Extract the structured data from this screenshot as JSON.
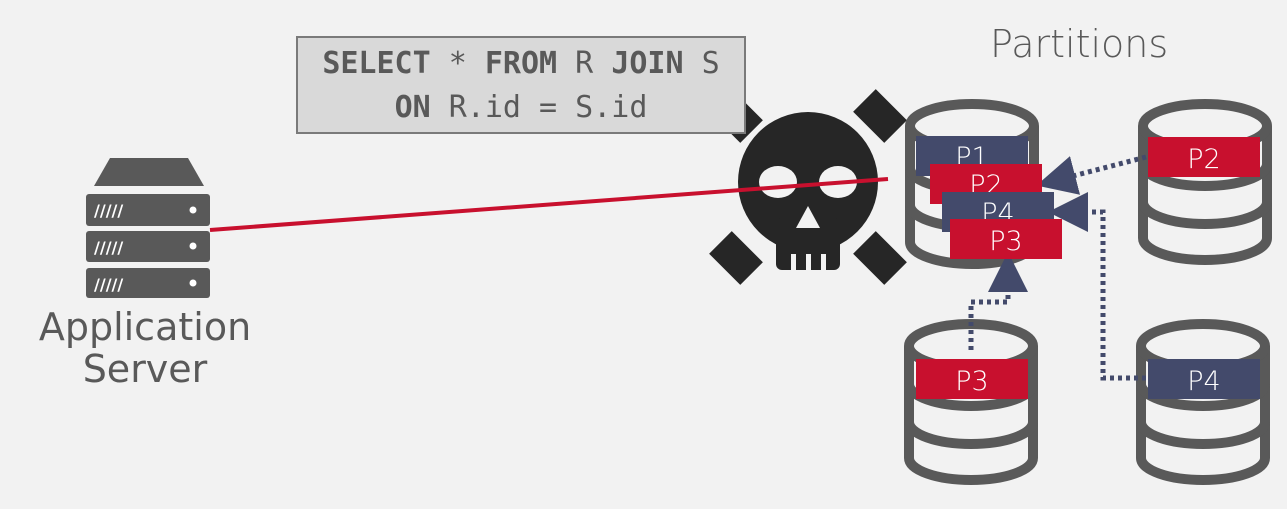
{
  "query": {
    "line1": [
      {
        "text": "SELECT",
        "bold": true
      },
      {
        "text": " * ",
        "bold": false
      },
      {
        "text": "FROM",
        "bold": true
      },
      {
        "text": " R ",
        "bold": false
      },
      {
        "text": "JOIN",
        "bold": true
      },
      {
        "text": " S",
        "bold": false
      }
    ],
    "line2": [
      {
        "text": "ON",
        "bold": true
      },
      {
        "text": " R.id = S.id",
        "bold": false
      }
    ]
  },
  "partitions_title": "Partitions",
  "server_label": {
    "line1": "Application",
    "line2": "Server"
  },
  "colors": {
    "gray": "#595959",
    "red": "#c8102e",
    "navy": "#434a6b",
    "skull": "#262626",
    "arrow": "#434a6b"
  },
  "nodes": [
    {
      "id": "node-main",
      "labels": [
        {
          "text": "P1",
          "color": "navy"
        },
        {
          "text": "P2",
          "color": "red"
        },
        {
          "text": "P4",
          "color": "navy"
        },
        {
          "text": "P3",
          "color": "red"
        }
      ]
    },
    {
      "id": "node-p2",
      "labels": [
        {
          "text": "P2",
          "color": "red"
        }
      ]
    },
    {
      "id": "node-p3",
      "labels": [
        {
          "text": "P3",
          "color": "red"
        }
      ]
    },
    {
      "id": "node-p4",
      "labels": [
        {
          "text": "P4",
          "color": "navy"
        }
      ]
    }
  ]
}
